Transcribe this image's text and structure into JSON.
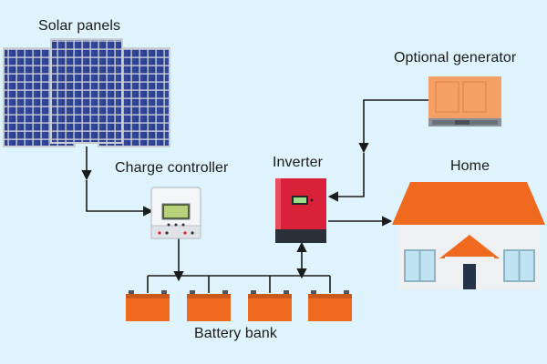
{
  "labels": {
    "solar_panels": "Solar panels",
    "charge_controller": "Charge controller",
    "inverter": "Inverter",
    "optional_generator": "Optional generator",
    "home": "Home",
    "battery_bank": "Battery bank"
  },
  "colors": {
    "background": "#def3fb",
    "panel_cell": "#2d3f8f",
    "panel_frame": "#c9ced6",
    "inverter_body": "#d9223a",
    "inverter_base": "#2a2f3a",
    "generator": "#f5a066",
    "battery": "#ef6a1f",
    "roof": "#ef6a1f",
    "house_wall": "#eef0f2",
    "wire": "#1b1b1b"
  }
}
